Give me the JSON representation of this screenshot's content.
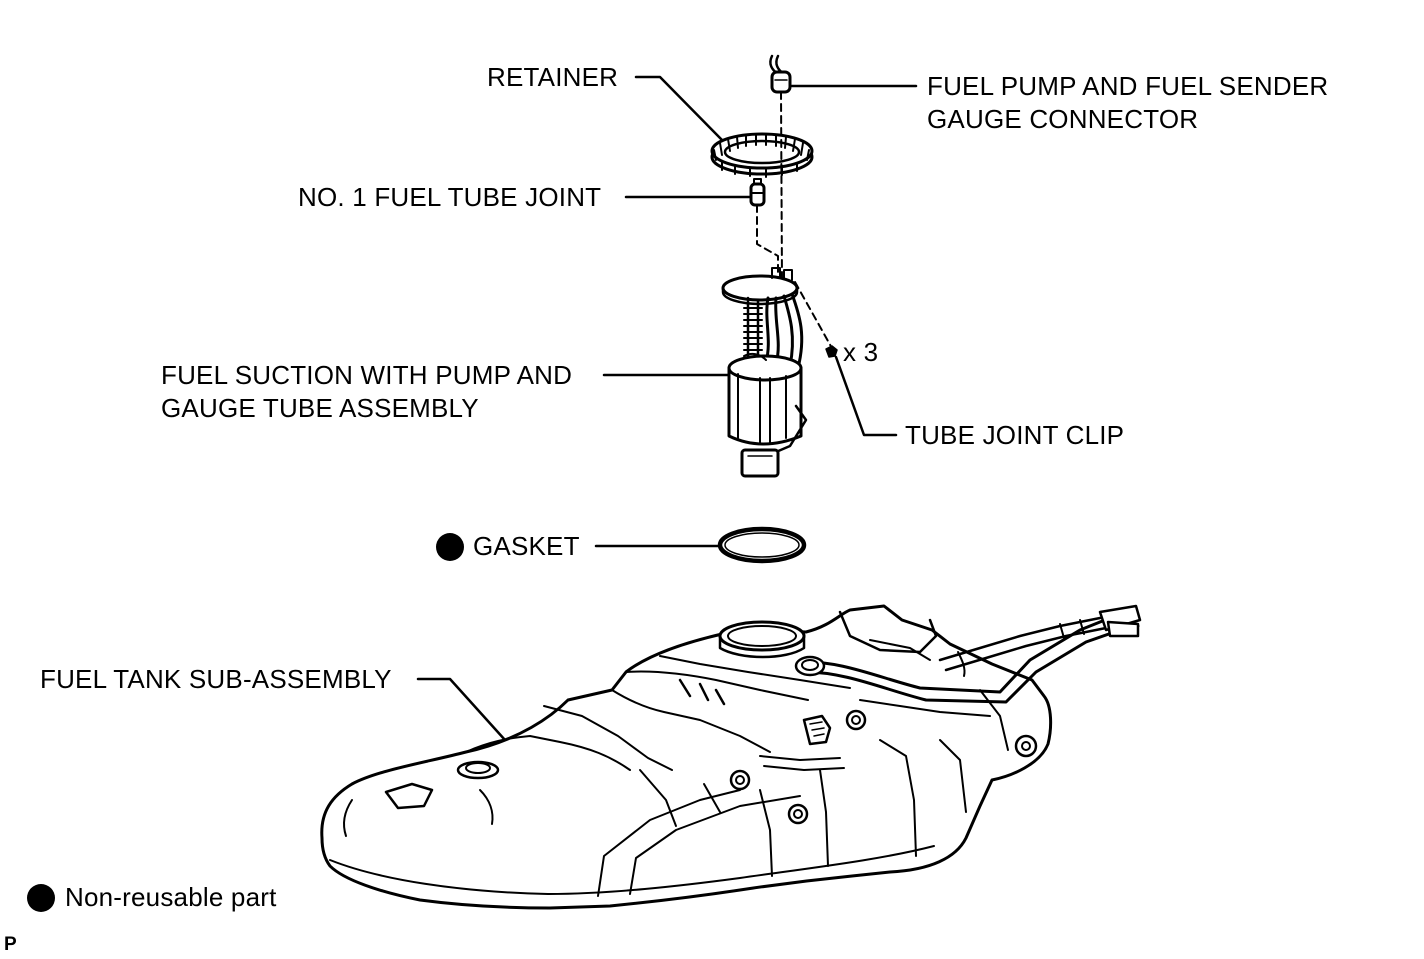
{
  "labels": {
    "retainer": "RETAINER",
    "connector_line1": "FUEL PUMP AND FUEL SENDER",
    "connector_line2": "GAUGE CONNECTOR",
    "tube_joint": "NO. 1 FUEL TUBE JOINT",
    "clip_count": "x 3",
    "suction_line1": "FUEL SUCTION WITH PUMP AND",
    "suction_line2": "GAUGE TUBE ASSEMBLY",
    "clip": "TUBE JOINT CLIP",
    "gasket": "GASKET",
    "tank": "FUEL TANK SUB-ASSEMBLY"
  },
  "legend": {
    "non_reusable": "Non-reusable part"
  },
  "figure_code": "P",
  "colors": {
    "ink": "#000000",
    "paper": "#ffffff"
  }
}
